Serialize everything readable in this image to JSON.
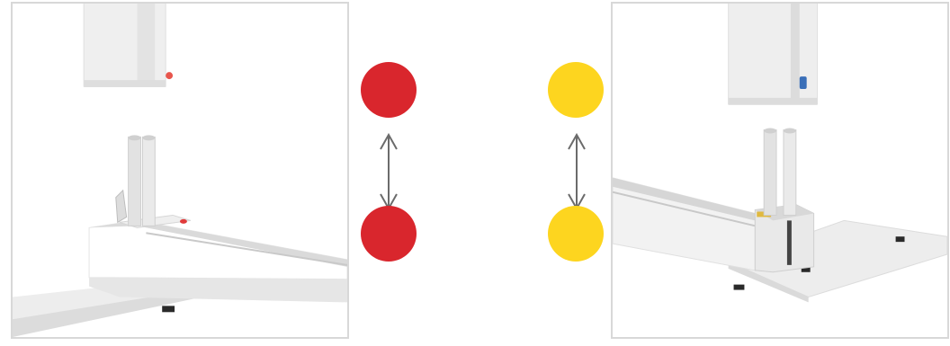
{
  "colors": {
    "red_indicator": "#d9262d",
    "yellow_indicator": "#fdd51f",
    "arrow": "#6b6b6b",
    "panel_border": "#d8d8d8"
  },
  "icons": {
    "left_arrow": "double-headed-vertical-arrow-icon",
    "right_arrow": "double-headed-vertical-arrow-icon"
  },
  "figures": [
    {
      "id": "left",
      "indicator": "red"
    },
    {
      "id": "right",
      "indicator": "yellow"
    }
  ]
}
